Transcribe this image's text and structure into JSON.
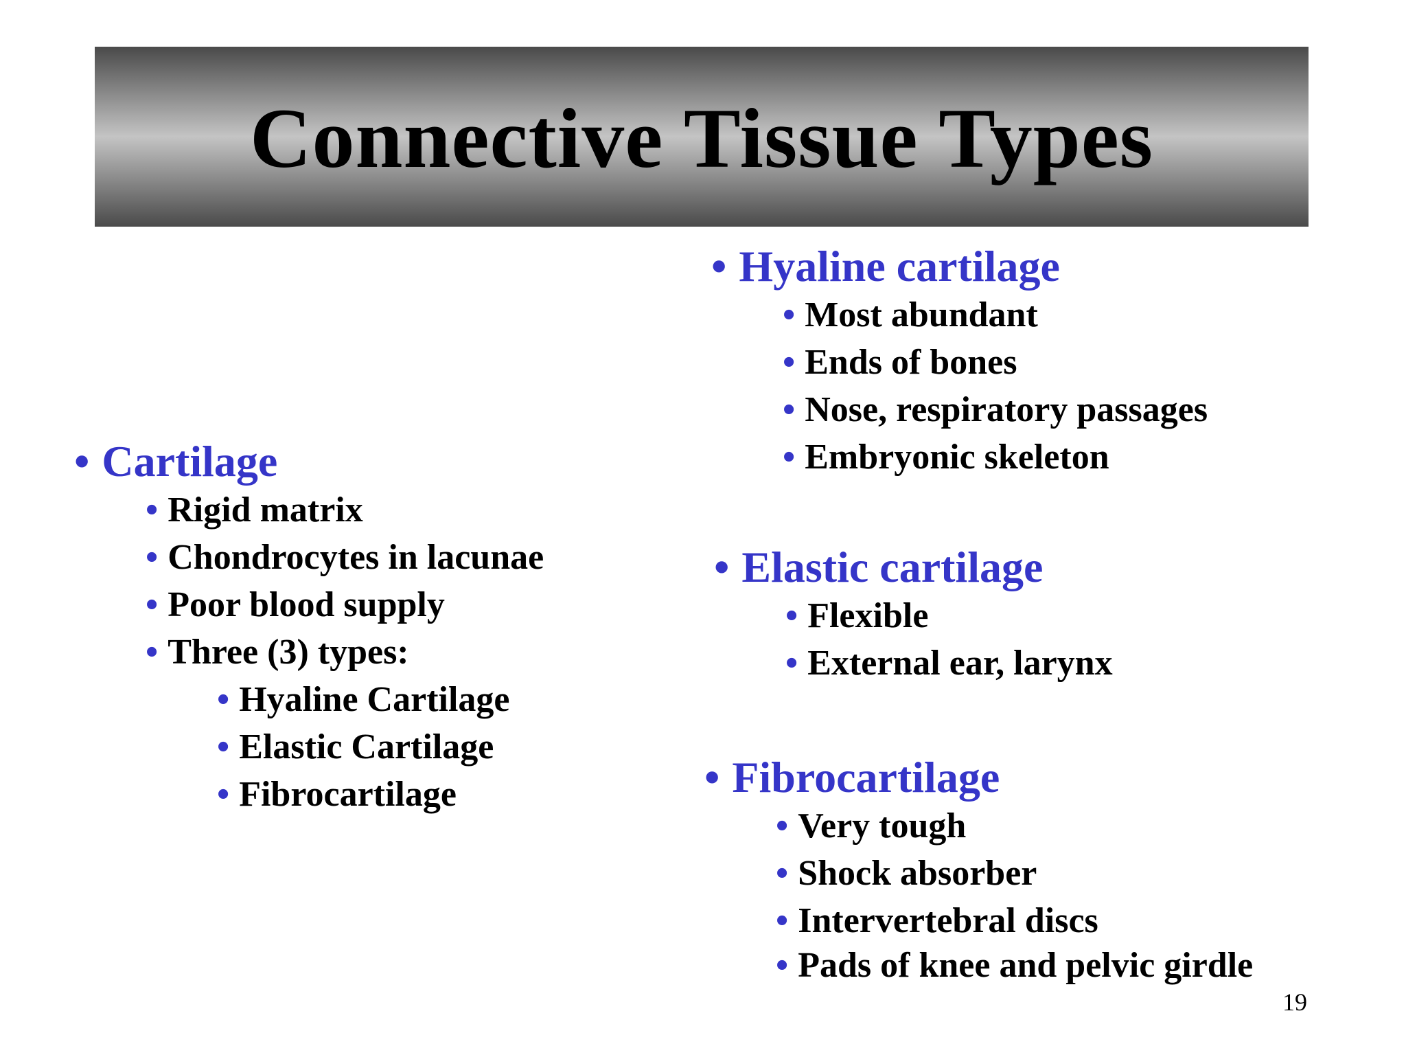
{
  "slide": {
    "title": "Connective Tissue Types",
    "page_number": "19",
    "bullet_char": "•"
  },
  "left": {
    "heading": "Cartilage",
    "items": [
      "Rigid matrix",
      "Chondrocytes in lacunae",
      "Poor blood supply",
      "Three (3) types:"
    ],
    "subitems": [
      "Hyaline Cartilage",
      "Elastic Cartilage",
      "Fibrocartilage"
    ]
  },
  "right": {
    "hyaline": {
      "heading": "Hyaline cartilage",
      "items": [
        "Most abundant",
        "Ends of bones",
        "Nose, respiratory passages",
        "Embryonic skeleton"
      ]
    },
    "elastic": {
      "heading": "Elastic cartilage",
      "items": [
        "Flexible",
        "External ear, larynx"
      ]
    },
    "fibro": {
      "heading": "Fibrocartilage",
      "items": [
        "Very tough",
        "Shock absorber",
        "Intervertebral discs",
        "Pads of knee and pelvic girdle"
      ]
    }
  },
  "colors": {
    "heading_blue": "#3535c8",
    "body_black": "#000000"
  }
}
